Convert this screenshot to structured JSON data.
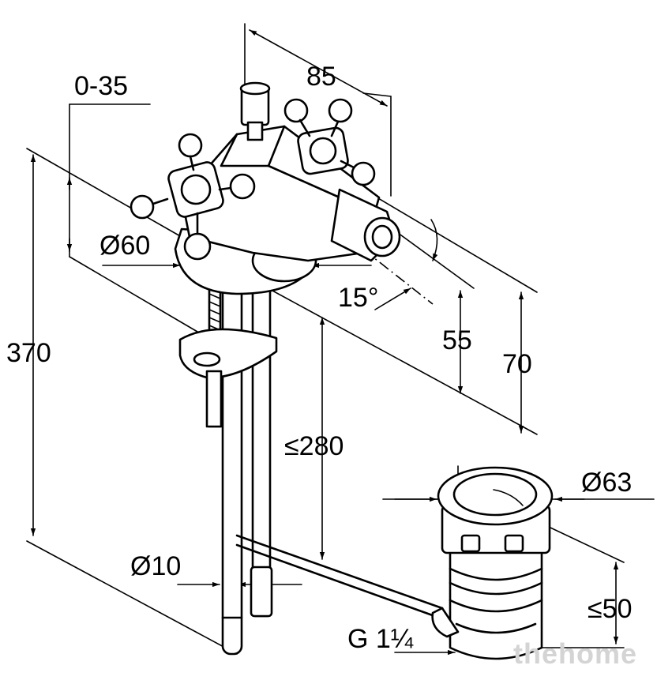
{
  "dimensions": {
    "depth": "85",
    "projection": "0-35",
    "base_diameter": "Ø60",
    "total_height": "370",
    "angle": "15°",
    "spout_height": "55",
    "body_height": "70",
    "rod_length": "≤280",
    "pipe_diameter": "Ø10",
    "drain_diameter": "Ø63",
    "drain_height": "≤50",
    "thread": "G 1¼"
  },
  "watermark": "thehome",
  "colors": {
    "line": "#000000",
    "background": "#ffffff",
    "watermark": "#d4d4d4"
  }
}
